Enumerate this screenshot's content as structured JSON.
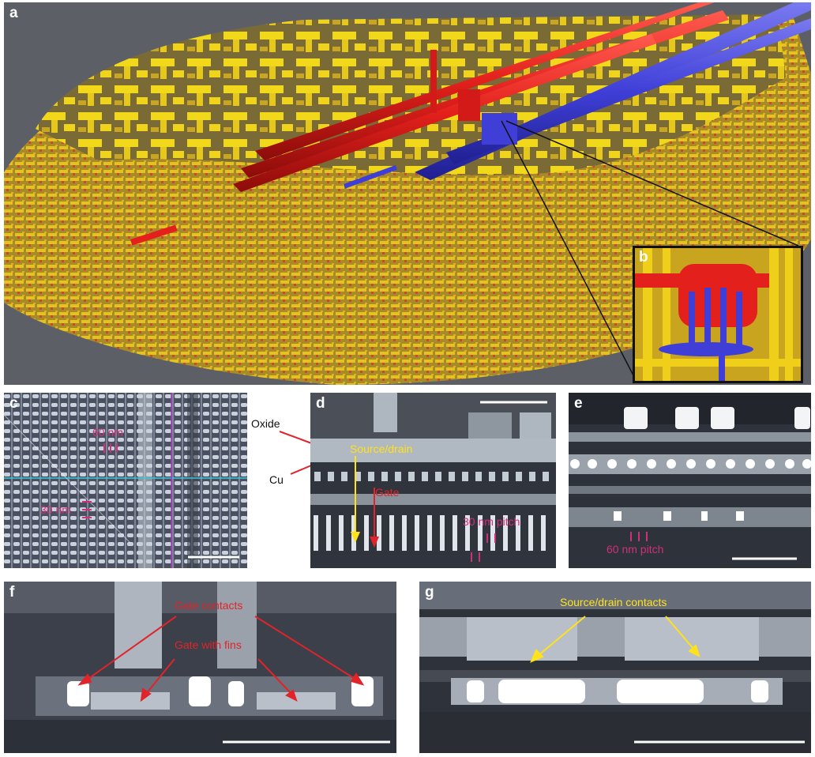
{
  "figure": {
    "panels": {
      "a": {
        "label": "a"
      },
      "b": {
        "label": "b"
      },
      "c": {
        "label": "c",
        "annotations": {
          "top": "60 nm",
          "left": "30 nm"
        }
      },
      "d": {
        "label": "d",
        "annotations": {
          "source_drain": "Source/drain",
          "gate": "Gate",
          "pitch": "30 nm pitch"
        }
      },
      "e": {
        "label": "e",
        "annotations": {
          "pitch": "60 nm pitch"
        }
      },
      "f": {
        "label": "f",
        "annotations": {
          "gate_contacts": "Gate contacts",
          "gate_fins": "Gate with fins"
        }
      },
      "g": {
        "label": "g",
        "annotations": {
          "sd_contacts": "Source/drain contacts"
        }
      }
    },
    "outside_labels": {
      "oxide": "Oxide",
      "cu": "Cu"
    },
    "colors": {
      "metal": "#e8c619",
      "red_net": "#e3201c",
      "blue_net": "#3f3fd8",
      "background": "#5c5e66",
      "magenta": "#d0307a"
    }
  }
}
